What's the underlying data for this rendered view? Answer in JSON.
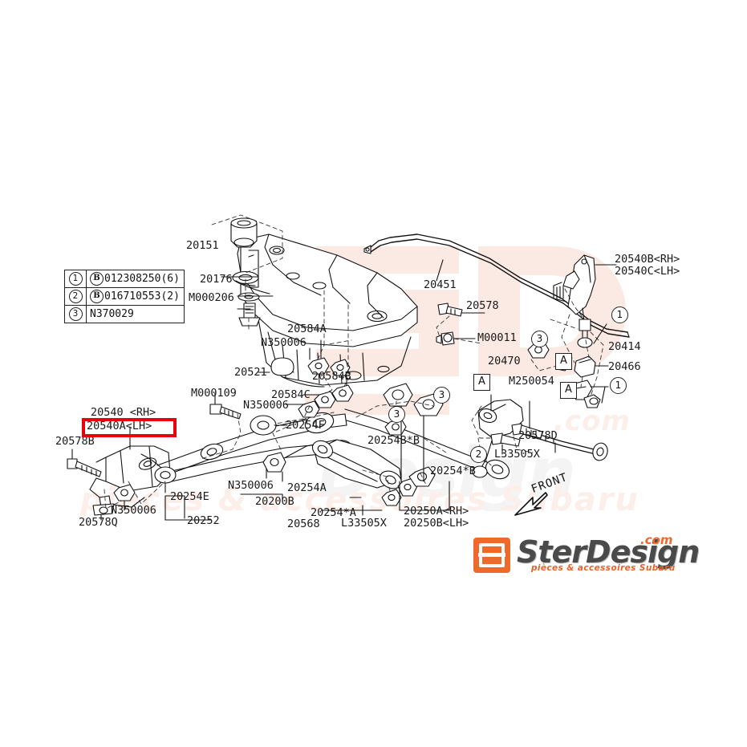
{
  "diagram": {
    "title": "Subaru rear suspension assembly parts diagram",
    "front_arrow_label": "FRONT",
    "accent_highlight_color": "#e8000d",
    "watermark": {
      "monogram": "SD",
      "word": "Design",
      "domain": ".com",
      "tagline": "pièces & accessoires Subaru"
    }
  },
  "legend": {
    "rows": [
      {
        "num": "1",
        "prefix": "B",
        "code": "012308250(6)"
      },
      {
        "num": "2",
        "prefix": "B",
        "code": "016710553(2)"
      },
      {
        "num": "3",
        "prefix": "",
        "code": "N370029"
      }
    ]
  },
  "callouts": [
    {
      "id": "c1a",
      "text": "1"
    },
    {
      "id": "c1b",
      "text": "1"
    },
    {
      "id": "c3a",
      "text": "3"
    },
    {
      "id": "c3b",
      "text": "3"
    },
    {
      "id": "c3c",
      "text": "3"
    },
    {
      "id": "c2a",
      "text": "2"
    },
    {
      "id": "c1c",
      "text": "1"
    }
  ],
  "box_marks": [
    {
      "id": "a1",
      "text": "A"
    },
    {
      "id": "a2",
      "text": "A"
    },
    {
      "id": "a3",
      "text": "A"
    }
  ],
  "part_labels": {
    "p20151": "20151",
    "p20176": "20176",
    "pM000206": "M000206",
    "p20584A": "20584A",
    "pN350006_a": "N350006",
    "p20521": "20521",
    "p20584B": "20584B",
    "p20584C": "20584C",
    "pN350006_b": "N350006",
    "pM000109": "M000109",
    "p20254F": "20254F",
    "p20540RH": "20540 <RH>",
    "p20540ALH": "20540A<LH>",
    "p20578B": "20578B",
    "pN350006_c": "N350006",
    "p20578Q": "20578Q",
    "p20254E": "20254E",
    "p20252": "20252",
    "pN350006_d": "N350006",
    "p20254A": "20254A",
    "p20200B": "20200B",
    "p20254starA": "20254*A",
    "p20568": "20568",
    "pL33505X_a": "L33505X",
    "p20250ARH": "20250A<RH>",
    "p20250BLH": "20250B<LH>",
    "p20254BstarB": "20254B*B",
    "p20254starB": "20254*B",
    "p20451": "20451",
    "p20578": "20578",
    "pM00011": "M00011",
    "p20470": "20470",
    "pM250054": "M250054",
    "p20578D": "20578D",
    "pL33505X_b": "L33505X",
    "p20540BRH": "20540B<RH>",
    "p20540CLH": "20540C<LH>",
    "p20414": "20414",
    "p20466": "20466"
  },
  "brand": {
    "name": "SterDesign",
    "domain": ".com",
    "tagline": "pièces & accessoires Subaru",
    "mark_color": "#ef6a2a"
  }
}
